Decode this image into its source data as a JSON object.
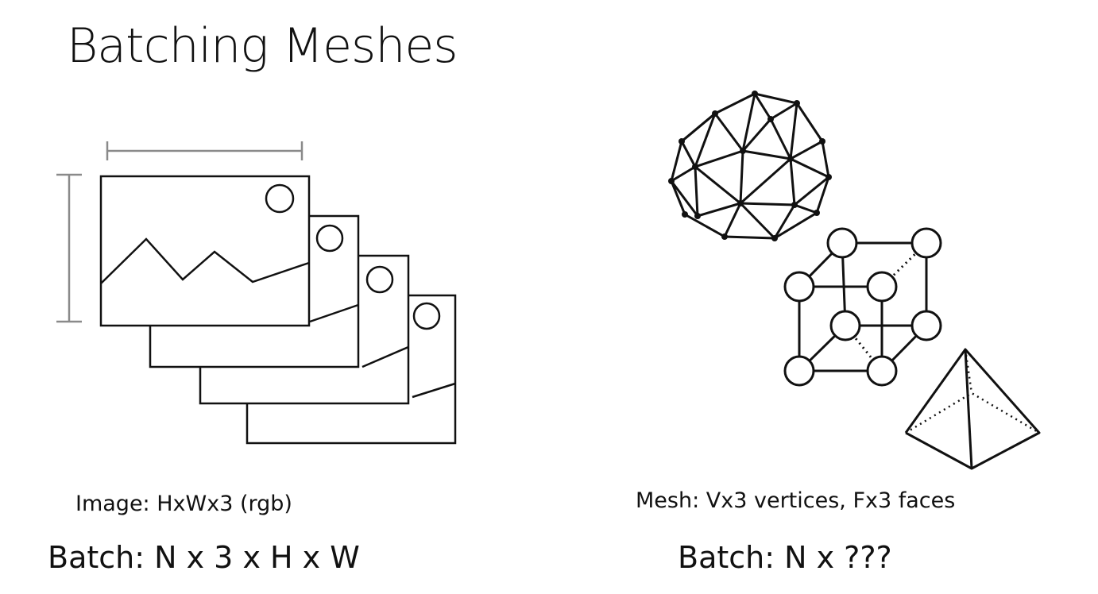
{
  "slide": {
    "title": "Batching Meshes"
  },
  "images": {
    "caption": "Image: HxWx3 (rgb)",
    "batch": "Batch: N x 3 x H x W"
  },
  "meshes": {
    "caption": "Mesh: Vx3 vertices, Fx3 faces",
    "batch": "Batch: N x ???"
  }
}
